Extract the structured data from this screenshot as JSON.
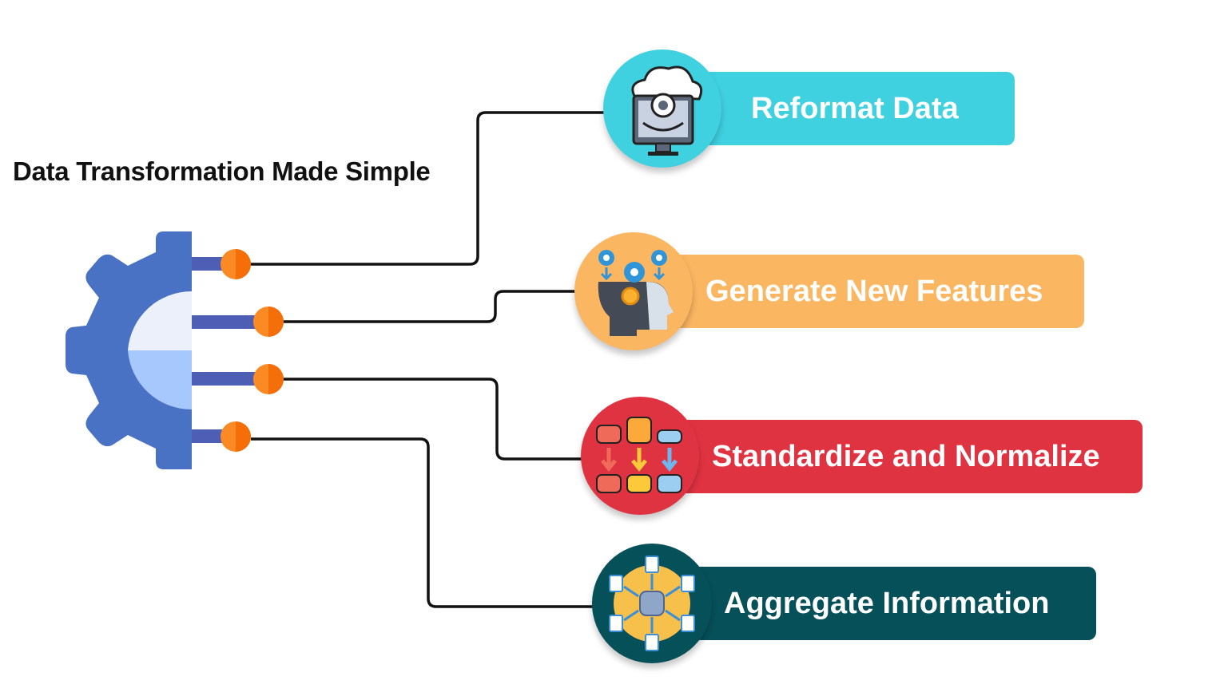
{
  "title": "Data Transformation Made Simple",
  "steps": [
    {
      "label": "Reformat Data",
      "color": "#40D1E1",
      "icon": "cloud-monitor-gear-icon"
    },
    {
      "label": "Generate New Features",
      "color": "#FBB662",
      "icon": "head-gears-icon"
    },
    {
      "label": "Standardize and Normalize",
      "color": "#E03342",
      "icon": "database-normalize-icon"
    },
    {
      "label": "Aggregate Information",
      "color": "#06505A",
      "icon": "database-aggregate-icon"
    }
  ],
  "colors": {
    "gear_light": "#6E9BF5",
    "gear_dark": "#4A72C4",
    "gear_inner_light": "#ECF0FB",
    "gear_inner_dark": "#A6C8FC",
    "connector_bar": "#4E5EB4",
    "connector_dot": "#FB8A25",
    "connector_dot_dark": "#F46E0A",
    "line": "#111111"
  }
}
